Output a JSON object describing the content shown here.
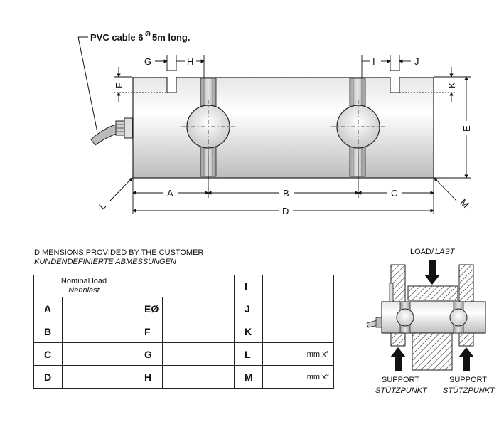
{
  "drawing": {
    "cable_note": "PVC cable 6",
    "cable_note_sup": "Ø",
    "cable_note_tail": " 5m long.",
    "labels": {
      "A": "A",
      "B": "B",
      "C": "C",
      "D": "D",
      "E": "E",
      "F": "F",
      "G": "G",
      "H": "H",
      "I": "I",
      "J": "J",
      "K": "K",
      "L": "L",
      "M": "M"
    }
  },
  "heading": {
    "line1": "DIMENSIONS PROVIDED BY THE CUSTOMER",
    "line2": "KUNDENDEFINIERTE ABMESSUNGEN"
  },
  "table": {
    "header_line1": "Nominal load",
    "header_line2": "Nennlast",
    "rows": [
      {
        "c1": "A",
        "c2": "EØ",
        "c3": "J",
        "unit": ""
      },
      {
        "c1": "B",
        "c2": "F",
        "c3": "K",
        "unit": ""
      },
      {
        "c1": "C",
        "c2": "G",
        "c3": "L",
        "unit": "mm x°"
      },
      {
        "c1": "D",
        "c2": "H",
        "c3": "M",
        "unit": "mm x°"
      }
    ],
    "top_right_label": "I"
  },
  "mounting": {
    "load_label": "LOAD/",
    "load_label_it": "LAST",
    "support_left": "SUPPORT",
    "support_left_it": "STÜTZPUNKT",
    "support_right": "SUPPORT",
    "support_right_it": "STÜTZPUNKT"
  }
}
